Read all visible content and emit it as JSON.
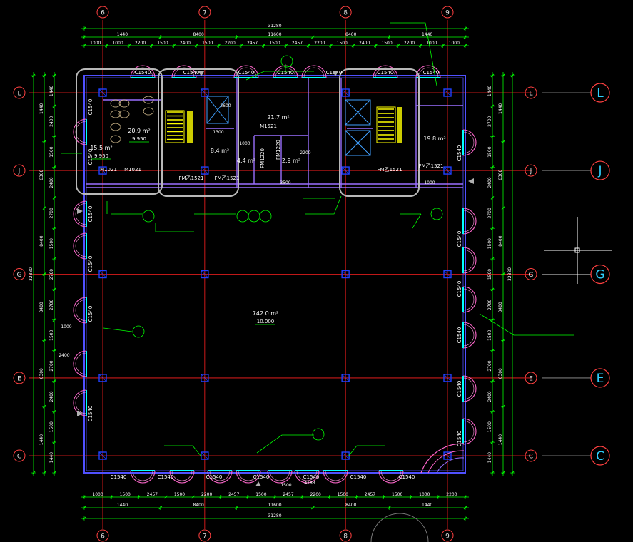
{
  "drawing": {
    "colors": {
      "background": "#000000",
      "axis_line": "#ff2020",
      "dimension": "#00ff00",
      "wall": "#5050ff",
      "window_arc": "#ff66cc",
      "stair": "#ffff00",
      "column": "#2040ff",
      "highlight_box": "#c0c0c0",
      "label": "#ffffff",
      "bubble_text": "#30d0ff"
    },
    "axes_vertical": [
      {
        "label": "6",
        "x_value": 0
      },
      {
        "label": "7",
        "x_value": 8400
      },
      {
        "label": "8",
        "x_value": 20000
      },
      {
        "label": "9",
        "x_value": 28400
      }
    ],
    "axes_horizontal": [
      {
        "label": "L",
        "y_value": 0
      },
      {
        "label": "J",
        "y_value": 6300
      },
      {
        "label": "G",
        "y_value": 14700
      },
      {
        "label": "E",
        "y_value": 23100
      },
      {
        "label": "C",
        "y_value": 29400
      }
    ],
    "dims_top_total": "31280",
    "dims_top_segments": [
      "1440",
      "8400",
      "11600",
      "8400",
      "1440"
    ],
    "dims_top_detail": [
      "1000",
      "1000",
      "2200",
      "1500",
      "2400",
      "1500",
      "2200",
      "2457",
      "1500",
      "2457",
      "2200",
      "1500",
      "2400",
      "1500",
      "2200",
      "1000",
      "1000"
    ],
    "dims_bottom_total": "31280",
    "dims_bottom_segments": [
      "1440",
      "8400",
      "11600",
      "8400",
      "1440"
    ],
    "dims_bottom_detail": [
      "1000",
      "1500",
      "2457",
      "1500",
      "2200",
      "2457",
      "1500",
      "2457",
      "2200",
      "1500",
      "2457",
      "1500",
      "1000",
      "2200"
    ],
    "dims_left_total": "32880",
    "dims_left_segments": [
      "1440",
      "6300",
      "8400",
      "8400",
      "6300",
      "1440"
    ],
    "dims_left_detail": [
      "1440",
      "2400",
      "1500",
      "2400",
      "2700",
      "1500",
      "2700",
      "2700",
      "1500",
      "2700",
      "2400",
      "1500",
      "1440"
    ],
    "dims_right_total": "32880",
    "dims_right_segments": [
      "1440",
      "6300",
      "8400",
      "8400",
      "6300",
      "1440"
    ],
    "dims_right_detail": [
      "1440",
      "2700",
      "1500",
      "2400",
      "2700",
      "1500",
      "1500",
      "2700",
      "1500",
      "2700",
      "2400",
      "1500",
      "1440"
    ],
    "window_labels_top": [
      "C1540",
      "C1540",
      "C1540",
      "C1540",
      "C1540",
      "C1540",
      "C1540"
    ],
    "window_labels_bottom": [
      "C1540",
      "C1540",
      "C1540",
      "C1540",
      "C1540",
      "C1540",
      "C1540"
    ],
    "window_labels_left": [
      "C1540",
      "C1540",
      "C1540",
      "C1540",
      "C1540",
      "C1540"
    ],
    "window_labels_right": [
      "C1540",
      "C1540",
      "C1540",
      "C1540",
      "C1540",
      "C1540"
    ],
    "door_labels": [
      "FM乙1521",
      "FM乙1521",
      "FM1220",
      "FM1220",
      "FM乙1521",
      "FM乙1521",
      "M1521",
      "M1021",
      "M1021"
    ],
    "rooms": [
      {
        "id": "toilet-left",
        "area": "20.9 m²",
        "elev": "9.950"
      },
      {
        "id": "toilet-small",
        "area": "15.5 m²",
        "elev": "9.950"
      },
      {
        "id": "lobby",
        "area": "21.7 m²",
        "elev": ""
      },
      {
        "id": "shaft-1",
        "area": "4.4 m²",
        "elev": ""
      },
      {
        "id": "shaft-2",
        "area": "2.9 m²",
        "elev": ""
      },
      {
        "id": "elevator-room",
        "area": "8.4 m²",
        "elev": ""
      },
      {
        "id": "right-room",
        "area": "19.8 m²",
        "elev": ""
      },
      {
        "id": "hall",
        "area": "742.0 m²",
        "elev": "10.000"
      }
    ],
    "misc_dims": [
      "1300",
      "1000",
      "3500",
      "2200",
      "1000",
      "4183",
      "1500",
      "1000",
      "2400",
      "2600"
    ]
  }
}
